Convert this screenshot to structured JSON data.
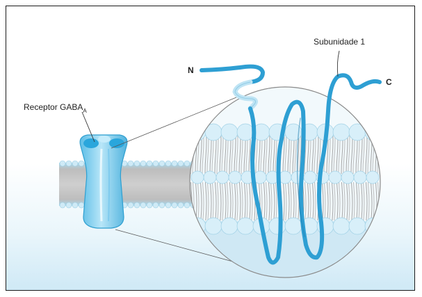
{
  "figure": {
    "receptor_label": "Receptor GABA",
    "receptor_label_subscript": "A",
    "subunit_label": "Subunidade 1",
    "n_terminus": "N",
    "c_terminus": "C"
  },
  "colors": {
    "protein_strand": "#2e9fd3",
    "protein_strand_dark": "#1b7db0",
    "receptor_body": "#8fd4f2",
    "receptor_highlight": "#c6ecfb",
    "membrane_head": "#d4eef8",
    "membrane_tail": "#b9b9b9",
    "magnifier_fill": "#eef7fb",
    "background_glow": "#cfe9f6"
  }
}
